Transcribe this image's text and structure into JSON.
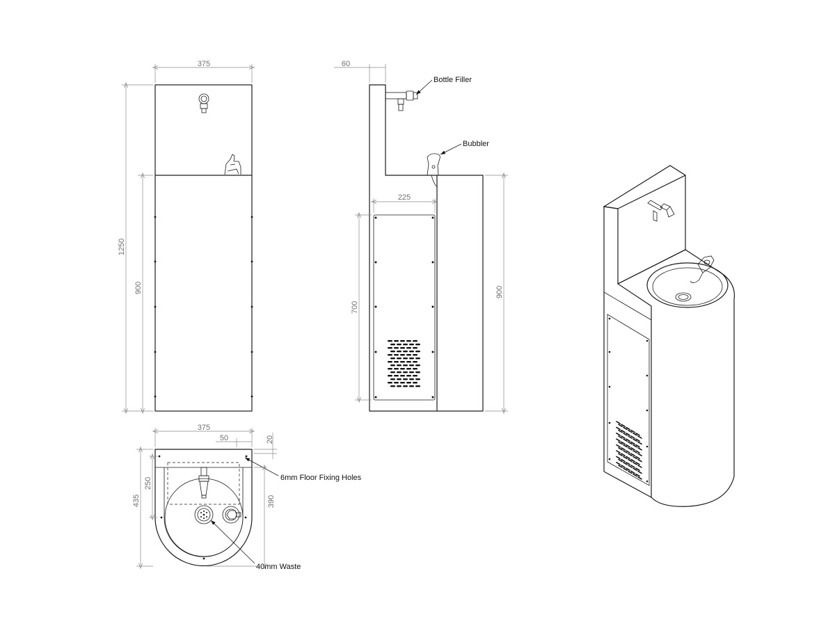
{
  "front_view": {
    "width_dim": "375",
    "total_height_dim": "1250",
    "cabinet_height_dim": "900"
  },
  "side_view": {
    "projection_dim": "60",
    "panel_width_dim": "225",
    "panel_height_dim": "700",
    "cabinet_height_dim": "900",
    "labels": {
      "bottle_filler": "Bottle Filler",
      "bubbler": "Bubbler"
    }
  },
  "plan_view": {
    "width_dim": "375",
    "hole_offset_dim": "50",
    "hole_edge_dim": "20",
    "depth_dim": "435",
    "hole_spacing_dim": "250",
    "basin_depth_dim": "390",
    "labels": {
      "fixing_holes": "6mm Floor Fixing Holes",
      "waste": "40mm Waste"
    }
  },
  "isometric_view": {
    "components": [
      "bottle-filler",
      "bubbler",
      "basin",
      "drain",
      "access-panel",
      "vent-grille"
    ]
  }
}
